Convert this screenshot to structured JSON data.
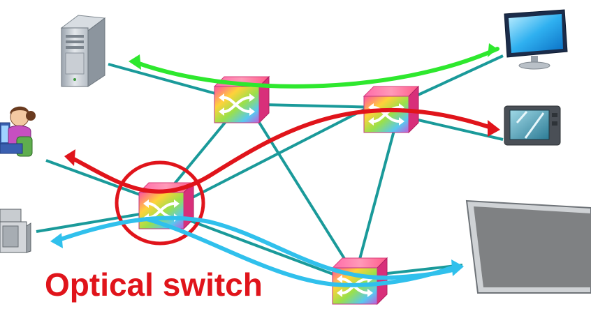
{
  "diagram": {
    "label": "Optical switch",
    "colors": {
      "link": "#1a9a9a",
      "green_path": "#2ee82e",
      "red_path": "#e0141b",
      "blue_path": "#30c0ec",
      "highlight_circle": "#e0141b",
      "label": "#e0141b"
    },
    "switches": [
      {
        "id": "switch-top",
        "icon": "optical-switch-icon"
      },
      {
        "id": "switch-right",
        "icon": "optical-switch-icon"
      },
      {
        "id": "switch-left",
        "icon": "optical-switch-icon"
      },
      {
        "id": "switch-bottom",
        "icon": "optical-switch-icon"
      }
    ],
    "devices": [
      {
        "id": "server",
        "icon": "server-tower-icon"
      },
      {
        "id": "user",
        "icon": "person-at-computer-icon"
      },
      {
        "id": "camera",
        "icon": "video-camera-icon"
      },
      {
        "id": "monitor",
        "icon": "desktop-monitor-icon"
      },
      {
        "id": "tv",
        "icon": "television-icon"
      },
      {
        "id": "display",
        "icon": "large-flat-display-icon"
      }
    ]
  }
}
